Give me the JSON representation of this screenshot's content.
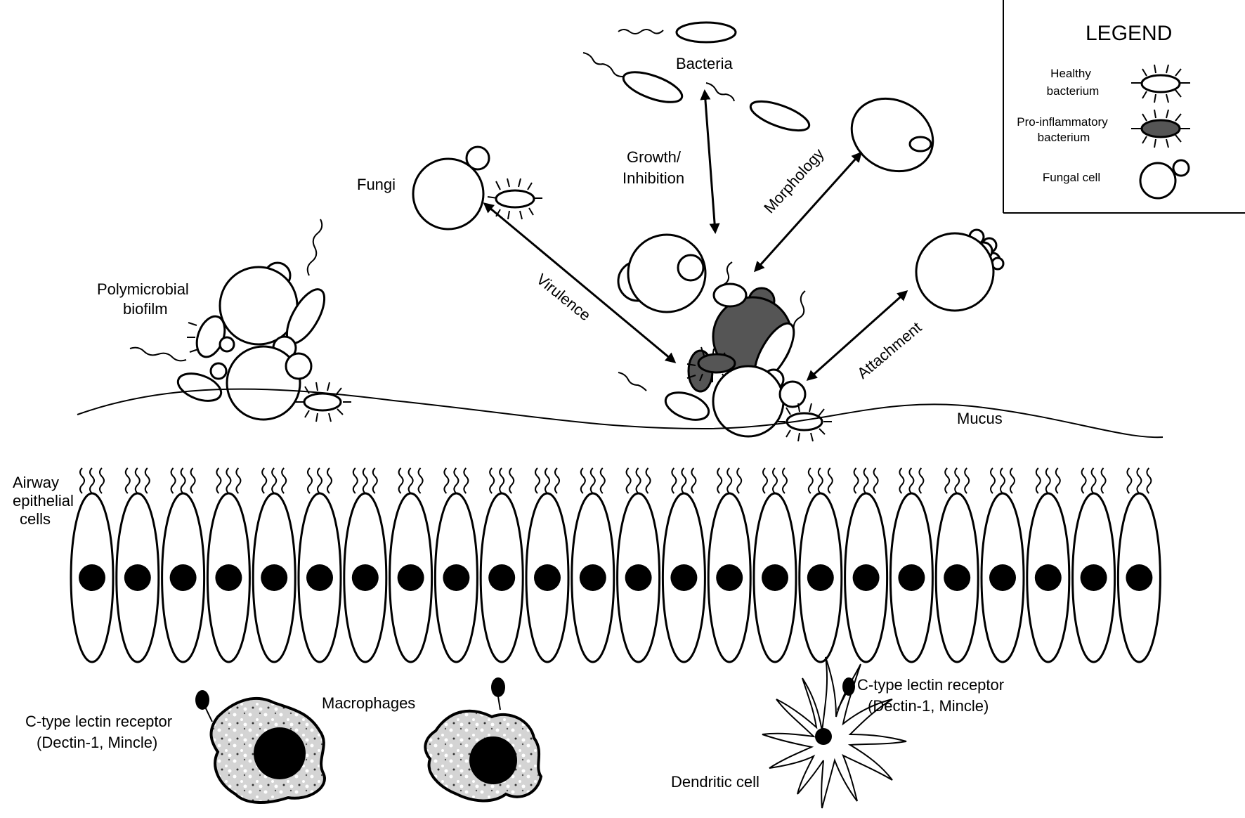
{
  "labels": {
    "bacteria": "Bacteria",
    "growth": "Growth/",
    "inhibition": "Inhibition",
    "fungi": "Fungi",
    "morphology": "Morphology",
    "virulence": "Virulence",
    "attachment": "Attachment",
    "polymicrobial": "Polymicrobial",
    "biofilm": "biofilm",
    "mucus": "Mucus",
    "airway": "Airway",
    "epithelial": "epithelial",
    "cells": "cells",
    "ctype_left_1": "C-type lectin receptor",
    "ctype_left_2": "(Dectin-1, Mincle)",
    "macrophages": "Macrophages",
    "ctype_right_1": "C-type lectin receptor",
    "ctype_right_2": "(Dectin-1, Mincle)",
    "dendritic": "Dendritic cell"
  },
  "legend": {
    "title": "LEGEND",
    "healthy_1": "Healthy",
    "healthy_2": "bacterium",
    "proinf_1": "Pro-inflammatory",
    "proinf_2": "bacterium",
    "fungal": "Fungal cell"
  },
  "colors": {
    "outline": "#000000",
    "pro_inflammatory_fill": "#555555",
    "macrophage_fill": "#d4d4d4",
    "background": "#ffffff"
  },
  "epithelium": {
    "cell_count": 24
  }
}
